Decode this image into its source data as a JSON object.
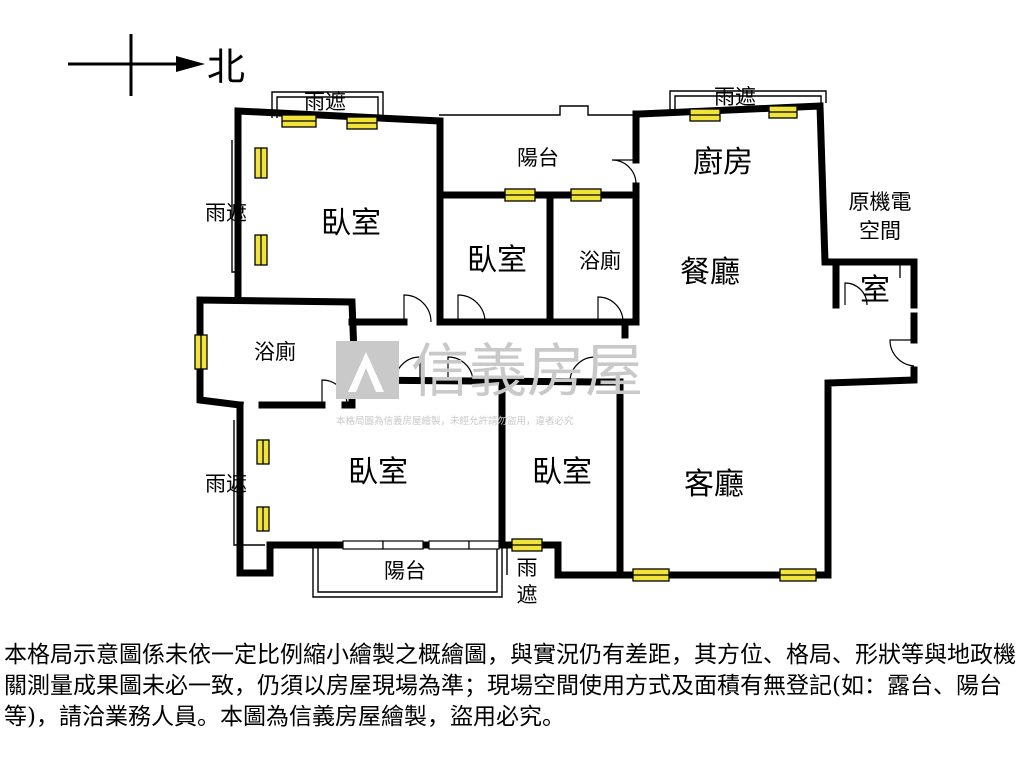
{
  "compass": {
    "direction_label": "北"
  },
  "rooms": {
    "bedroom_nw": "臥室",
    "bedroom_center": "臥室",
    "bedroom_sw": "臥室",
    "bedroom_s": "臥室",
    "bathroom_center": "浴廁",
    "bathroom_west": "浴廁",
    "balcony_north": "陽台",
    "balcony_south": "陽台",
    "kitchen": "廚房",
    "dining": "餐廳",
    "living": "客廳",
    "small_room": "室",
    "mech_space": "原機電",
    "mech_space_line2": "空間"
  },
  "canopies": {
    "north_left": "雨遮",
    "north_right": "雨遮",
    "west_upper": "雨遮",
    "west_lower": "雨遮",
    "south_line1": "雨",
    "south_line2": "遮"
  },
  "watermark": {
    "brand": "信義房屋",
    "notice": "本格局圖為信義房屋繪製，未經允許請勿盜用，違者必究"
  },
  "disclaimer": "本格局示意圖係未依一定比例縮小繪製之概繪圖，與實況仍有差距，其方位、格局、形狀等與地政機關測量成果圖未必一致，仍須以房屋現場為準；現場空間使用方式及面積有無登記(如：露台、陽台等)，請洽業務人員。本圖為信義房屋繪製，盜用必究。",
  "colors": {
    "wall": "#000000",
    "window": "#f2e33a",
    "watermark": "#c9c9c9"
  }
}
